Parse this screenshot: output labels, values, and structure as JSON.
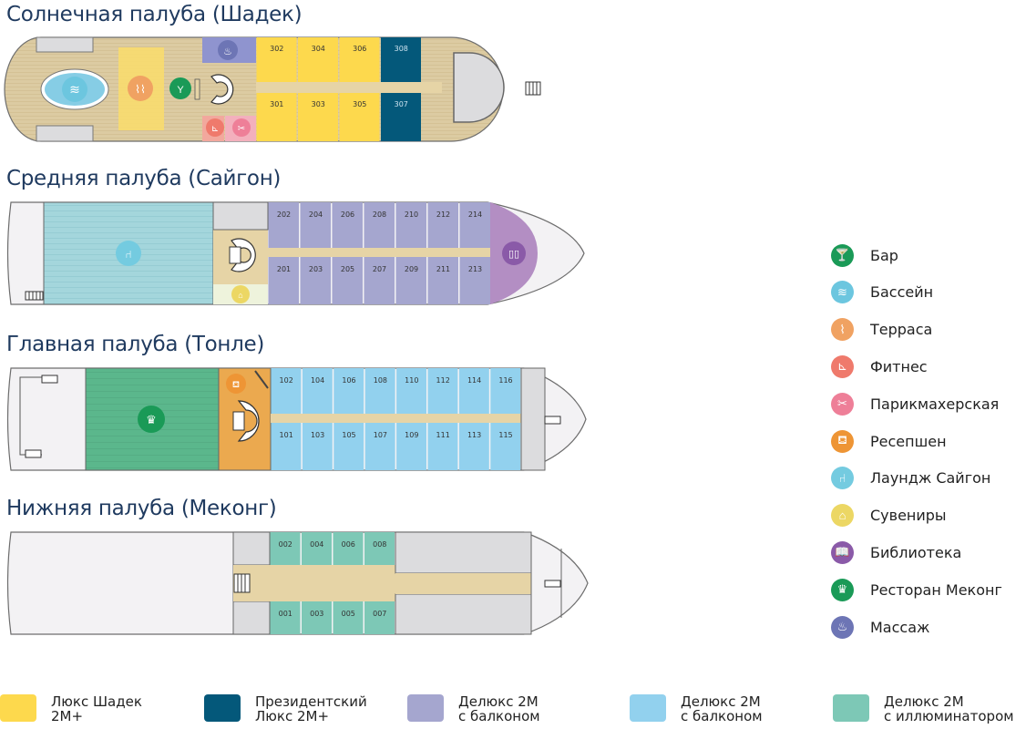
{
  "decks": [
    {
      "id": "sun",
      "title": "Солнечная палуба (Шадек)",
      "rooms_top": [
        "302",
        "304",
        "306",
        "308"
      ],
      "rooms_bottom": [
        "301",
        "303",
        "305",
        "307"
      ],
      "amenities": [
        "massage",
        "pool",
        "terrace",
        "bar",
        "fitness",
        "hairdresser"
      ]
    },
    {
      "id": "middle",
      "title": "Средняя палуба (Сайгон)",
      "rooms_top": [
        "202",
        "204",
        "206",
        "208",
        "210",
        "212",
        "214"
      ],
      "rooms_bottom": [
        "201",
        "203",
        "205",
        "207",
        "209",
        "211",
        "213"
      ],
      "amenities": [
        "lounge",
        "souvenirs",
        "library"
      ]
    },
    {
      "id": "main",
      "title": "Главная палуба (Тонле)",
      "rooms_top": [
        "102",
        "104",
        "106",
        "108",
        "110",
        "112",
        "114",
        "116"
      ],
      "rooms_bottom": [
        "101",
        "103",
        "105",
        "107",
        "109",
        "111",
        "113",
        "115"
      ],
      "amenities": [
        "restaurant",
        "reception"
      ]
    },
    {
      "id": "lower",
      "title": "Нижняя палуба (Меконг)",
      "rooms_top": [
        "002",
        "004",
        "006",
        "008"
      ],
      "rooms_bottom": [
        "001",
        "003",
        "005",
        "007"
      ],
      "amenities": []
    }
  ],
  "amenity_legend": [
    {
      "key": "bar",
      "label": "Бар",
      "icon": "cocktail-icon",
      "glyph": "🍸",
      "color": "#1a9a57"
    },
    {
      "key": "pool",
      "label": "Бассейн",
      "icon": "waves-icon",
      "glyph": "≋",
      "color": "#6cc6df"
    },
    {
      "key": "terrace",
      "label": "Терраса",
      "icon": "sunbed-icon",
      "glyph": "⌇",
      "color": "#f0a262"
    },
    {
      "key": "fitness",
      "label": "Фитнес",
      "icon": "treadmill-icon",
      "glyph": "⊾",
      "color": "#ef7a6c"
    },
    {
      "key": "hairdresser",
      "label": "Парикмахерская",
      "icon": "comb-scissors-icon",
      "glyph": "✂",
      "color": "#ee7f98"
    },
    {
      "key": "reception",
      "label": "Ресепшен",
      "icon": "reception-desk-icon",
      "glyph": "⛾",
      "color": "#ee9535"
    },
    {
      "key": "lounge",
      "label": "Лаундж Сайгон",
      "icon": "armchair-icon",
      "glyph": "⑁",
      "color": "#74cbe0"
    },
    {
      "key": "souvenirs",
      "label": "Сувениры",
      "icon": "gift-bag-icon",
      "glyph": "⌂",
      "color": "#ecd764"
    },
    {
      "key": "library",
      "label": "Библиотека",
      "icon": "book-icon",
      "glyph": "📖",
      "color": "#8a5aa8"
    },
    {
      "key": "restaurant",
      "label": "Ресторан Меконг",
      "icon": "chef-hat-icon",
      "glyph": "♛",
      "color": "#1a9a57"
    },
    {
      "key": "massage",
      "label": "Массаж",
      "icon": "massage-icon",
      "glyph": "♨",
      "color": "#6d75b5"
    }
  ],
  "cabin_legend": [
    {
      "label": "Люкс Шадек\n2М+",
      "color": "#fdd94d"
    },
    {
      "label": "Президентский\nЛюкс 2М+",
      "color": "#04587a"
    },
    {
      "label": "Делюкс 2М\nс балконом",
      "color": "#a5a6cf"
    },
    {
      "label": "Делюкс 2М\nс балконом",
      "color": "#92d1ee"
    },
    {
      "label": "Делюкс 2М\nс иллюминатором",
      "color": "#7dc8b6"
    }
  ],
  "colors": {
    "wood": "#dccba2",
    "corridor": "#e6d4a6",
    "grey_area": "#dcdcde",
    "light_area": "#f3f2f4",
    "hull_stroke": "#6d6d6d",
    "sun_suite": "#fdd94d",
    "presidential": "#04587a",
    "deluxe_purple": "#a5a6cf",
    "deluxe_blue": "#92d1ee",
    "deluxe_porthole": "#7dc8b6",
    "lounge_teal": "#a4d6dc",
    "restaurant_green": "#5bb78c",
    "reception_orange": "#eba94f",
    "library_purple": "#b38ec3"
  }
}
